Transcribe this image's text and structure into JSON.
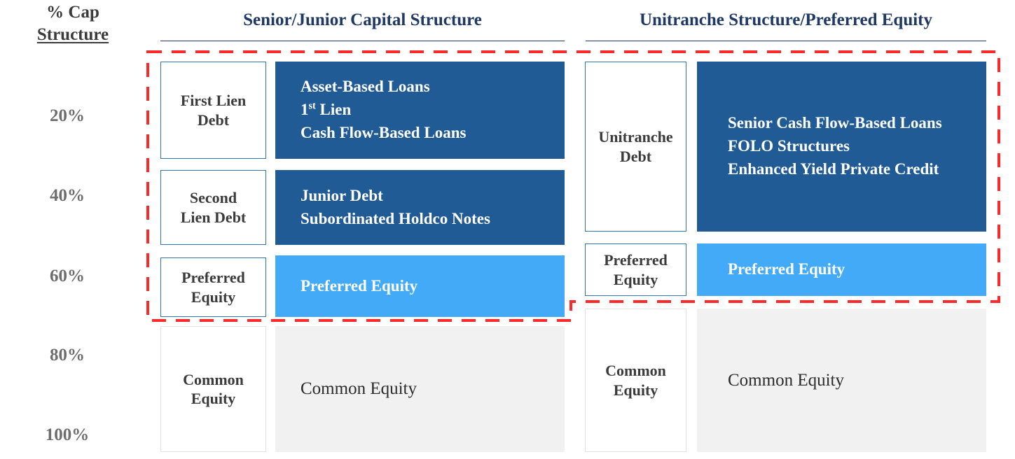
{
  "axis": {
    "title_line1": "% Cap",
    "title_line2": "Structure",
    "ticks": [
      {
        "label": "20%"
      },
      {
        "label": "40%"
      },
      {
        "label": "60%"
      },
      {
        "label": "80%"
      },
      {
        "label": "100%"
      }
    ]
  },
  "columns": [
    {
      "header": "Senior/Junior Capital Structure"
    },
    {
      "header": "Unitranche Structure/Preferred Equity"
    }
  ],
  "left_column": {
    "rows": [
      {
        "label_line1": "First Lien",
        "label_line2": "Debt",
        "items_line1": "Asset-Based Loans",
        "items_line2_pre": "1",
        "items_line2_sup": "st",
        "items_line2_post": " Lien",
        "items_line3": "Cash Flow-Based Loans"
      },
      {
        "label_line1": "Second",
        "label_line2": "Lien Debt",
        "items_line1": "Junior Debt",
        "items_line2": "Subordinated Holdco Notes"
      },
      {
        "label_line1": "Preferred",
        "label_line2": "Equity",
        "items_line1": "Preferred Equity"
      },
      {
        "label_line1": "Common",
        "label_line2": "Equity",
        "items_line1": "Common Equity"
      }
    ]
  },
  "right_column": {
    "rows": [
      {
        "label_line1": "Unitranche",
        "label_line2": "Debt",
        "items_line1": "Senior Cash Flow-Based Loans",
        "items_line2": "FOLO Structures",
        "items_line3": "Enhanced Yield Private Credit"
      },
      {
        "label_line1": "Preferred",
        "label_line2": "Equity",
        "items_line1": "Preferred Equity"
      },
      {
        "label_line1": "Common",
        "label_line2": "Equity",
        "items_line1": "Common Equity"
      }
    ]
  },
  "colors": {
    "header_navy": "#1f3864",
    "panel_dark_blue": "#205b96",
    "panel_light_blue": "#43aaf8",
    "panel_gray": "#f1f1f1",
    "highlight_red": "#fb2b2b",
    "tick_gray": "#6e6e6e"
  }
}
